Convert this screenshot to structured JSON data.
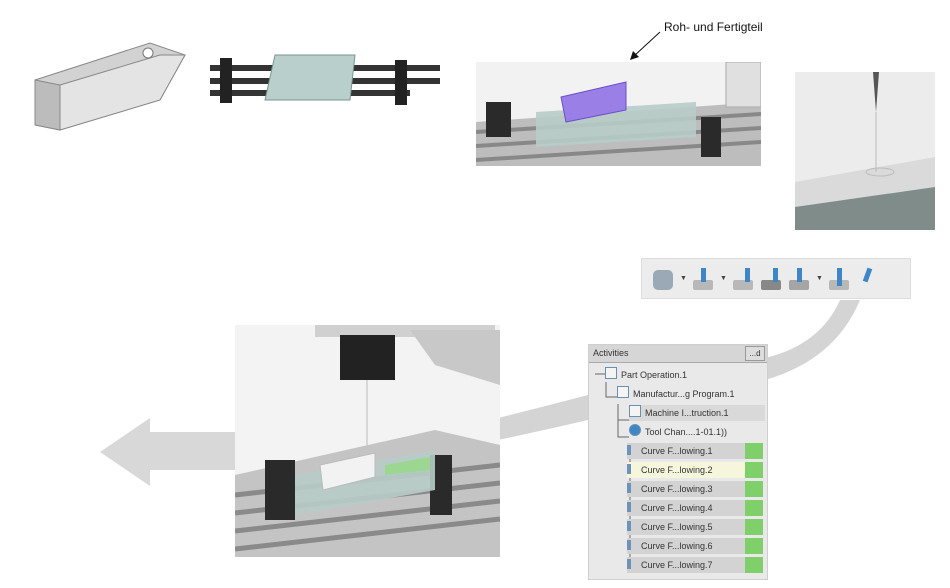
{
  "callout": {
    "label": "Roh- und Fertigteil"
  },
  "toolbar": {
    "icons": [
      "part-operation-icon",
      "drilling-icon",
      "pocketing-icon",
      "facing-icon",
      "profile-contouring-icon",
      "sweeping-icon",
      "curve-following-icon"
    ]
  },
  "activities_panel": {
    "header": "Activities",
    "header_button": "...d",
    "tree": [
      {
        "label": "Part Operation.1",
        "level": 0
      },
      {
        "label": "Manufactur...g Program.1",
        "level": 1
      },
      {
        "label": "Machine I...truction.1",
        "level": 2
      },
      {
        "label": "Tool Chan....1-01.1))",
        "level": 2
      },
      {
        "label": "Curve F...lowing.1",
        "level": 3
      },
      {
        "label": "Curve F...lowing.2",
        "level": 3,
        "selected": true
      },
      {
        "label": "Curve F...lowing.3",
        "level": 3
      },
      {
        "label": "Curve F...lowing.4",
        "level": 3
      },
      {
        "label": "Curve F...lowing.5",
        "level": 3
      },
      {
        "label": "Curve F...lowing.6",
        "level": 3
      },
      {
        "label": "Curve F...lowing.7",
        "level": 3
      }
    ]
  },
  "colors": {
    "stock": "#9a7fe6",
    "tool": "#3f86c7",
    "done": "#7fcf6a",
    "connector": "#d4d4d4"
  }
}
